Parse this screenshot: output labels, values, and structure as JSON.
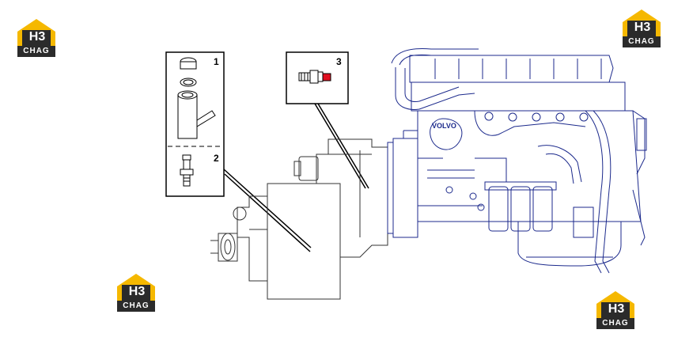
{
  "logos": [
    {
      "mark": "H3",
      "text": "CHAG"
    },
    {
      "mark": "H3",
      "text": "CHAG"
    },
    {
      "mark": "H3",
      "text": "CHAG"
    },
    {
      "mark": "H3",
      "text": "CHAG"
    }
  ],
  "callouts": {
    "part1": "1",
    "part2": "2",
    "part3": "3"
  },
  "engine": {
    "brand": "VOLVO"
  },
  "colors": {
    "logo_yellow": "#f5b800",
    "logo_dark": "#2b2b2b",
    "engine_line": "#1c2a8c",
    "sensor_red": "#e01020"
  }
}
